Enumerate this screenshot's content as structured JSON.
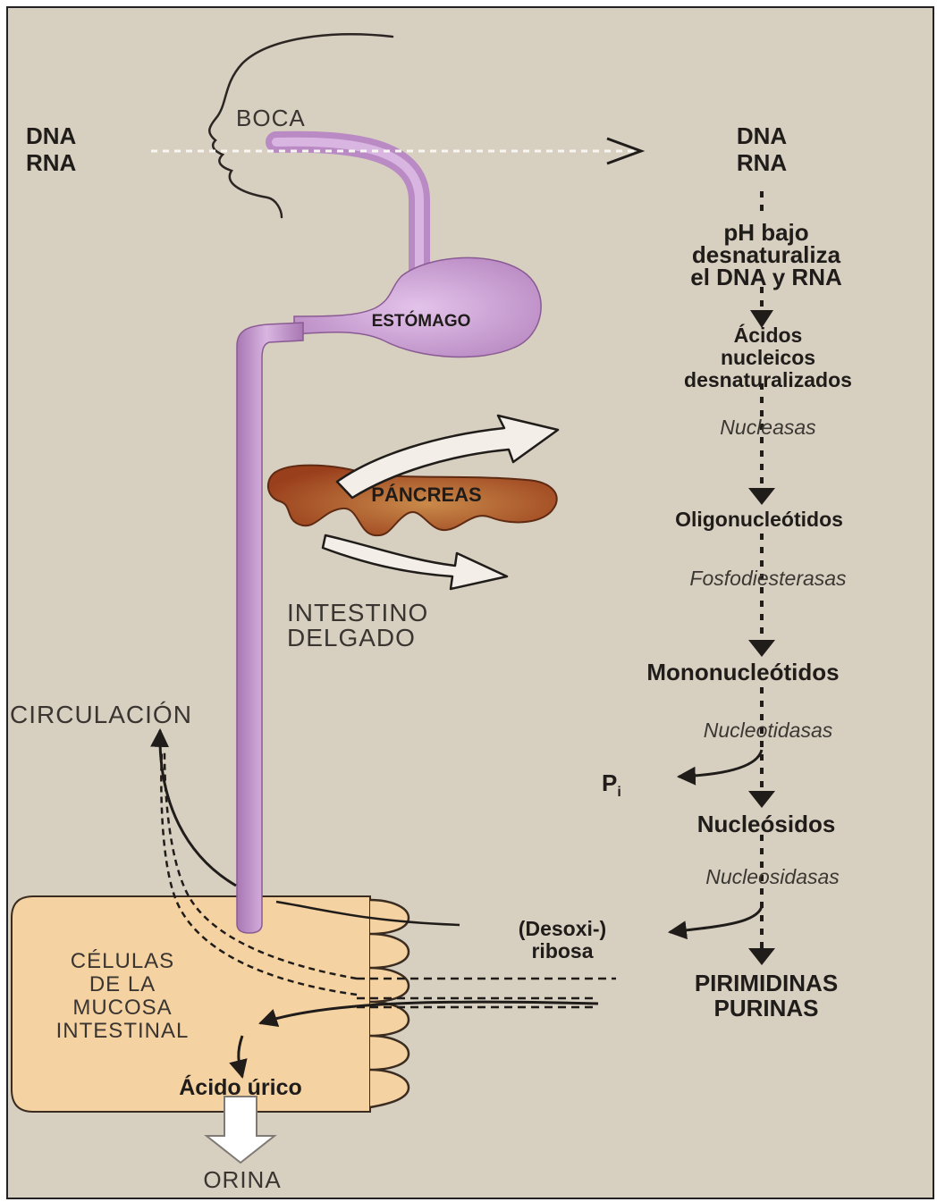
{
  "labels": {
    "mouth": "BOCA",
    "input_dna": "DNA",
    "input_rna": "RNA",
    "output_dna": "DNA",
    "output_rna": "RNA",
    "stomach": "ESTÓMAGO",
    "pancreas": "PÁNCREAS",
    "intestine_line1": "INTESTINO",
    "intestine_line2": "DELGADO",
    "circulation": "CIRCULACIÓN",
    "cells_line1": "CÉLULAS",
    "cells_line2": "DE LA",
    "cells_line3": "MUCOSA",
    "cells_line4": "INTESTINAL",
    "uric_acid": "Ácido úrico",
    "urine": "ORINA"
  },
  "pathway": {
    "ph_line1": "pH bajo",
    "ph_line2": "desnaturaliza",
    "ph_line3": "el DNA y RNA",
    "denat_line1": "Ácidos",
    "denat_line2": "nucleicos",
    "denat_line3": "desnaturalizados",
    "enzyme_nucleases": "Nucleasas",
    "oligonucleotides": "Oligonucleótidos",
    "enzyme_phosphodiesterases": "Fosfodiesterasas",
    "mononucleotides": "Mononucleótidos",
    "enzyme_nucleotidases": "Nucleotidasas",
    "pi": "P",
    "pi_sub": "i",
    "nucleosides": "Nucleósidos",
    "enzyme_nucleosidases": "Nucleosidasas",
    "deoxy_line1": "(Desoxi-)",
    "deoxy_line2": "ribosa",
    "pyrimidines": "PIRIMIDINAS",
    "purines": "PURINAS"
  },
  "colors": {
    "background": "#d7cfc0",
    "gut_tube": "#c79bd0",
    "stomach": "#c9a0d4",
    "pancreas": "#b0562a",
    "mucosa_cells": "#f4d2a2",
    "urine_arrow": "#ffffff"
  }
}
